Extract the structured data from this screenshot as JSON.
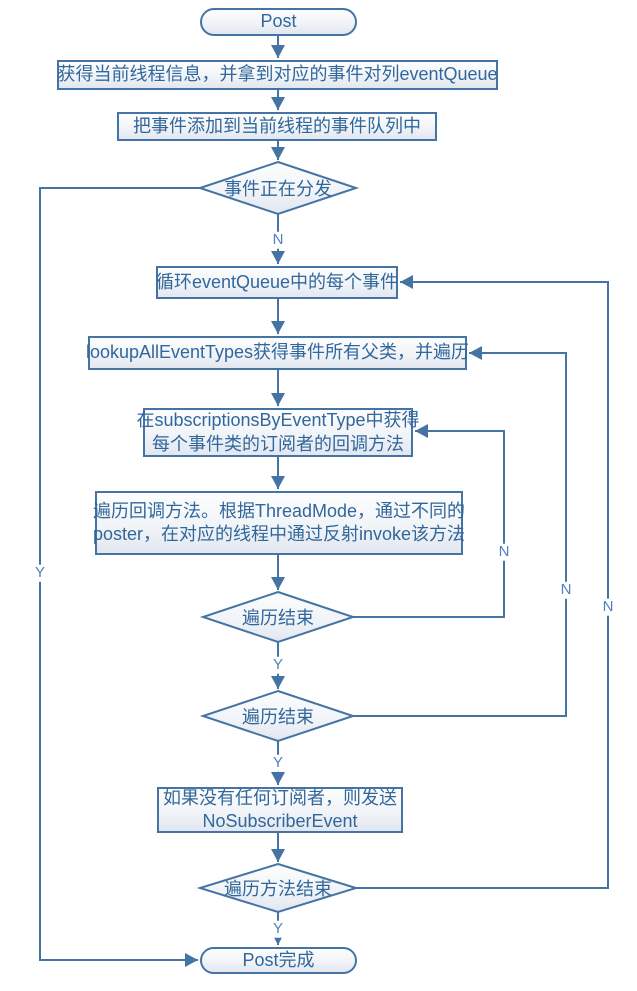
{
  "diagram": {
    "type": "flowchart",
    "colors": {
      "shape_border": "#4574a4",
      "connector": "#4574a4",
      "shape_text": "#31679b",
      "edge_label_text": "#4f81bd",
      "shape_fill_top": "#fdfdfe",
      "shape_fill_bottom": "#e2e7f0",
      "background": "#ffffff"
    }
  },
  "nodes": {
    "start": {
      "type": "terminator",
      "label": "Post"
    },
    "get_thread_info": {
      "type": "process",
      "label": "获得当前线程信息，并拿到对应的事件对列eventQueue"
    },
    "add_to_queue": {
      "type": "process",
      "label": "把事件添加到当前线程的事件队列中"
    },
    "dispatching": {
      "type": "decision",
      "label": "事件正在分发"
    },
    "loop_events": {
      "type": "process",
      "label": "循环eventQueue中的每个事件"
    },
    "lookup_types": {
      "type": "process",
      "label": "lookupAllEventTypes获得事件所有父类，并遍历"
    },
    "get_subscriptions": {
      "type": "process",
      "lines": [
        "在subscriptionsByEventType中获得",
        "每个事件类的订阅者的回调方法"
      ]
    },
    "invoke_methods": {
      "type": "process",
      "lines": [
        "遍历回调方法。根据ThreadMode，通过不同的",
        "poster，在对应的线程中通过反射invoke该方法"
      ]
    },
    "iter_done_1": {
      "type": "decision",
      "label": "遍历结束"
    },
    "iter_done_2": {
      "type": "decision",
      "label": "遍历结束"
    },
    "no_subscriber": {
      "type": "process",
      "lines": [
        "如果没有任何订阅者，则发送",
        "NoSubscriberEvent"
      ]
    },
    "methods_done": {
      "type": "decision",
      "label": "遍历方法结束"
    },
    "end": {
      "type": "terminator",
      "label": "Post完成"
    }
  },
  "edges": [
    {
      "from": "start",
      "to": "get_thread_info",
      "label": ""
    },
    {
      "from": "get_thread_info",
      "to": "add_to_queue",
      "label": ""
    },
    {
      "from": "add_to_queue",
      "to": "dispatching",
      "label": ""
    },
    {
      "from": "dispatching",
      "to": "loop_events",
      "label": "N"
    },
    {
      "from": "dispatching",
      "to": "end",
      "label": "Y"
    },
    {
      "from": "loop_events",
      "to": "lookup_types",
      "label": ""
    },
    {
      "from": "lookup_types",
      "to": "get_subscriptions",
      "label": ""
    },
    {
      "from": "get_subscriptions",
      "to": "invoke_methods",
      "label": ""
    },
    {
      "from": "invoke_methods",
      "to": "iter_done_1",
      "label": ""
    },
    {
      "from": "iter_done_1",
      "to": "iter_done_2",
      "label": "Y"
    },
    {
      "from": "iter_done_1",
      "to": "get_subscriptions",
      "label": "N"
    },
    {
      "from": "iter_done_2",
      "to": "no_subscriber",
      "label": "Y"
    },
    {
      "from": "iter_done_2",
      "to": "lookup_types",
      "label": "N"
    },
    {
      "from": "no_subscriber",
      "to": "methods_done",
      "label": ""
    },
    {
      "from": "methods_done",
      "to": "end",
      "label": "Y"
    },
    {
      "from": "methods_done",
      "to": "loop_events",
      "label": "N"
    }
  ]
}
